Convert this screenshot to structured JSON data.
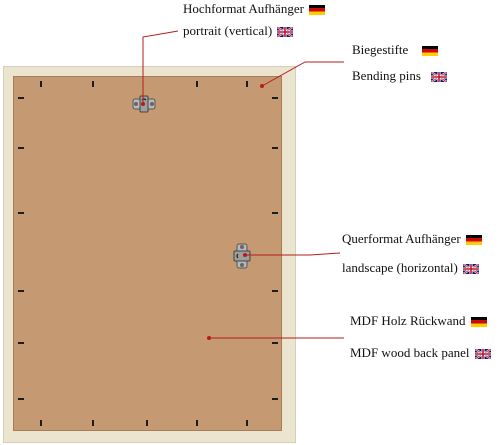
{
  "callouts": {
    "portrait_de": "Hochformat Aufhänger",
    "portrait_en": "portrait (vertical)",
    "pins_de": "Biegestifte",
    "pins_en": "Bending pins",
    "landscape_de": "Querformat Aufhänger",
    "landscape_en": "landscape (horizontal)",
    "back_de": "MDF Holz Rückwand",
    "back_en": "MDF wood back panel"
  },
  "icons": {
    "flag_de": "german-flag-icon",
    "flag_en": "uk-flag-icon"
  },
  "colors": {
    "leader_line": "#b71c1c",
    "frame": "#ebe4cf",
    "backboard": "#c59a73"
  }
}
